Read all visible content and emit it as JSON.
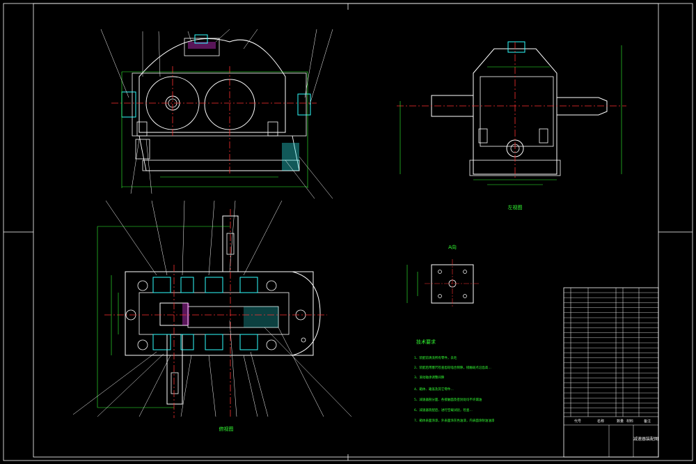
{
  "drawing": {
    "views": {
      "front": {},
      "left_view_caption": "左视图",
      "top_view_caption": "俯视图",
      "a_view_caption": "A向"
    },
    "tech_requirements": {
      "title": "技术要求",
      "items": [
        "1、装配前清洗所有零件，去毛",
        "2、装配后用塞尺检查齿轮啮合侧隙，接触斑点沿齿高…",
        "3、滚动轴承调整间隙",
        "4、箱体、箱盖及其它零件…",
        "5、减速器剖分面、各接触面及密封处均不许漏油",
        "6、减速器装配后，进行空载试验，检查…",
        "7、箱体表面涂漆，外表面涂灰色油漆，内表面涂耐油油漆"
      ]
    },
    "title_block": {
      "drawing_title": "减速器装配图",
      "header_cols": [
        "代号",
        "名称",
        "数量",
        "材料",
        "备注"
      ]
    },
    "colors": {
      "background": "#000000",
      "outline": "#ffffff",
      "centerline": "#ff3030",
      "dimension": "#33ff33",
      "hidden": "#ffff30",
      "section": "#30ffff",
      "mark": "#ff40ff"
    }
  }
}
